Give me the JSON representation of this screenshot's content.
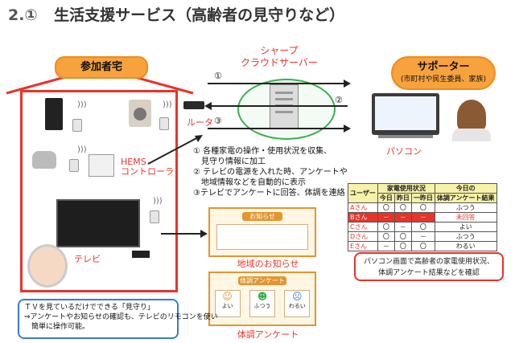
{
  "header": {
    "number": "2.①",
    "title": "生活支援サービス（高齢者の見守りなど）"
  },
  "house": {
    "label": "参加者宅",
    "hems_label": "HEMS\nコントローラ",
    "router_label": "ルータ",
    "tv_label": "テレビ"
  },
  "cloud": {
    "title": "シャープ\nクラウドサーバー"
  },
  "arrows": [
    "①",
    "②",
    "③"
  ],
  "supporter": {
    "title": "サポーター",
    "subtitle": "(市町村や民生委員、家族)",
    "pc_label": "パソコン"
  },
  "steps": [
    "① 各種家電の操作・使用状況を収集、",
    "　見守り情報に加工",
    "② テレビの電源を入れた時、アンケートや",
    "　地域情報などを自動的に表示",
    "③テレビでアンケートに回答、体調を連絡"
  ],
  "table": {
    "col_user": "ユーザー",
    "col_usage": "家電使用状況",
    "col_today_survey": "今日の",
    "col_survey_result": "体調アンケート結果",
    "subheaders": [
      "今日",
      "昨日",
      "一昨日"
    ],
    "rows": [
      {
        "name": "Aさん",
        "today": "〇",
        "yesterday": "〇",
        "daybefore": "〇",
        "result": "ふつう"
      },
      {
        "name": "Bさん",
        "today": "－",
        "yesterday": "－",
        "daybefore": "－",
        "result": "未回答"
      },
      {
        "name": "Cさん",
        "today": "〇",
        "yesterday": "－",
        "daybefore": "〇",
        "result": "よい"
      },
      {
        "name": "Dさん",
        "today": "〇",
        "yesterday": "〇",
        "daybefore": "－",
        "result": "ふつう"
      },
      {
        "name": "Eさん",
        "today": "－",
        "yesterday": "〇",
        "daybefore": "〇",
        "result": "わるい"
      }
    ]
  },
  "pc_note": "パソコン画面で高齢者の家電使用状況、\n体調アンケート結果などを確認",
  "screens": {
    "notice_caption": "地域のお知らせ",
    "notice_heading": "お知らせ",
    "survey_caption": "体調アンケート",
    "survey_heading": "体調アンケート",
    "survey_options": [
      "よい",
      "ふつう",
      "わるい"
    ]
  },
  "tv_note": "ＴＶを見ているだけでできる「見守り」\n⇒アンケートやお知らせの確認も、テレビのリモコンを使い\n　簡単に操作可能。",
  "colors": {
    "accent_red": "#e8332a",
    "label_orange": "#f7a23c",
    "cloud_green": "#36b24a",
    "table_header": "#f6f2a8"
  }
}
